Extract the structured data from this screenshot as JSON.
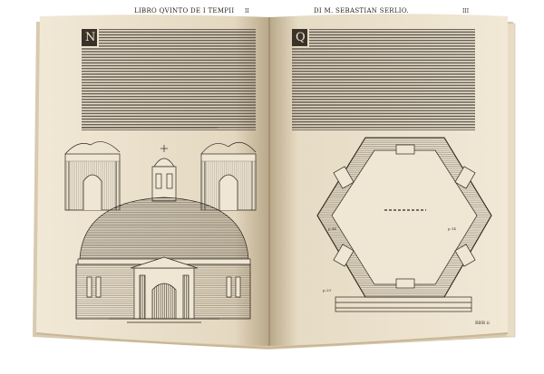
{
  "book": {
    "left_page": {
      "running_head": "LIBRO QVINTO DE I TEMPII",
      "page_number": "II",
      "initial": "N",
      "figure_label": "Elevation with dome and portico"
    },
    "right_page": {
      "running_head": "DI M. SEBASTIAN SERLIO.",
      "page_number": "III",
      "initial": "Q",
      "plan_label_left": "p.44",
      "plan_label_right": "p.14",
      "plan_label_bottom": "p.29",
      "signature": "BBB ii"
    }
  },
  "colors": {
    "paper": "#efe6d3",
    "ink": "#2a241d",
    "text_block": "#5b534a",
    "background": "#ffffff"
  }
}
